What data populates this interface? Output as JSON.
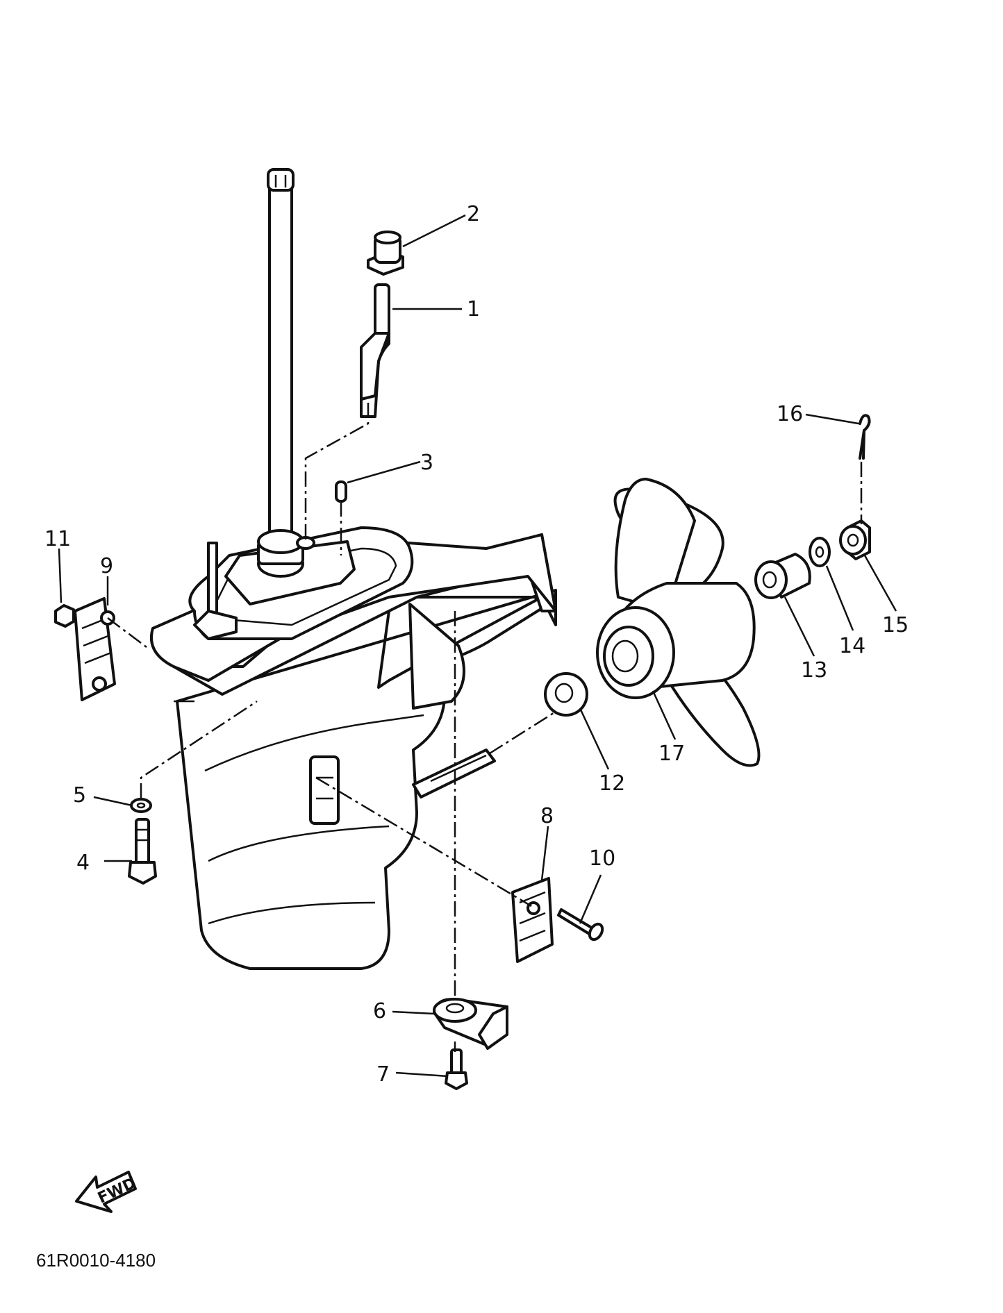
{
  "diagram": {
    "drawing_code": "61R0010-4180",
    "direction_label": "FWD",
    "callouts": [
      "1",
      "2",
      "3",
      "4",
      "5",
      "6",
      "7",
      "8",
      "9",
      "10",
      "11",
      "12",
      "13",
      "14",
      "15",
      "16",
      "17"
    ]
  }
}
